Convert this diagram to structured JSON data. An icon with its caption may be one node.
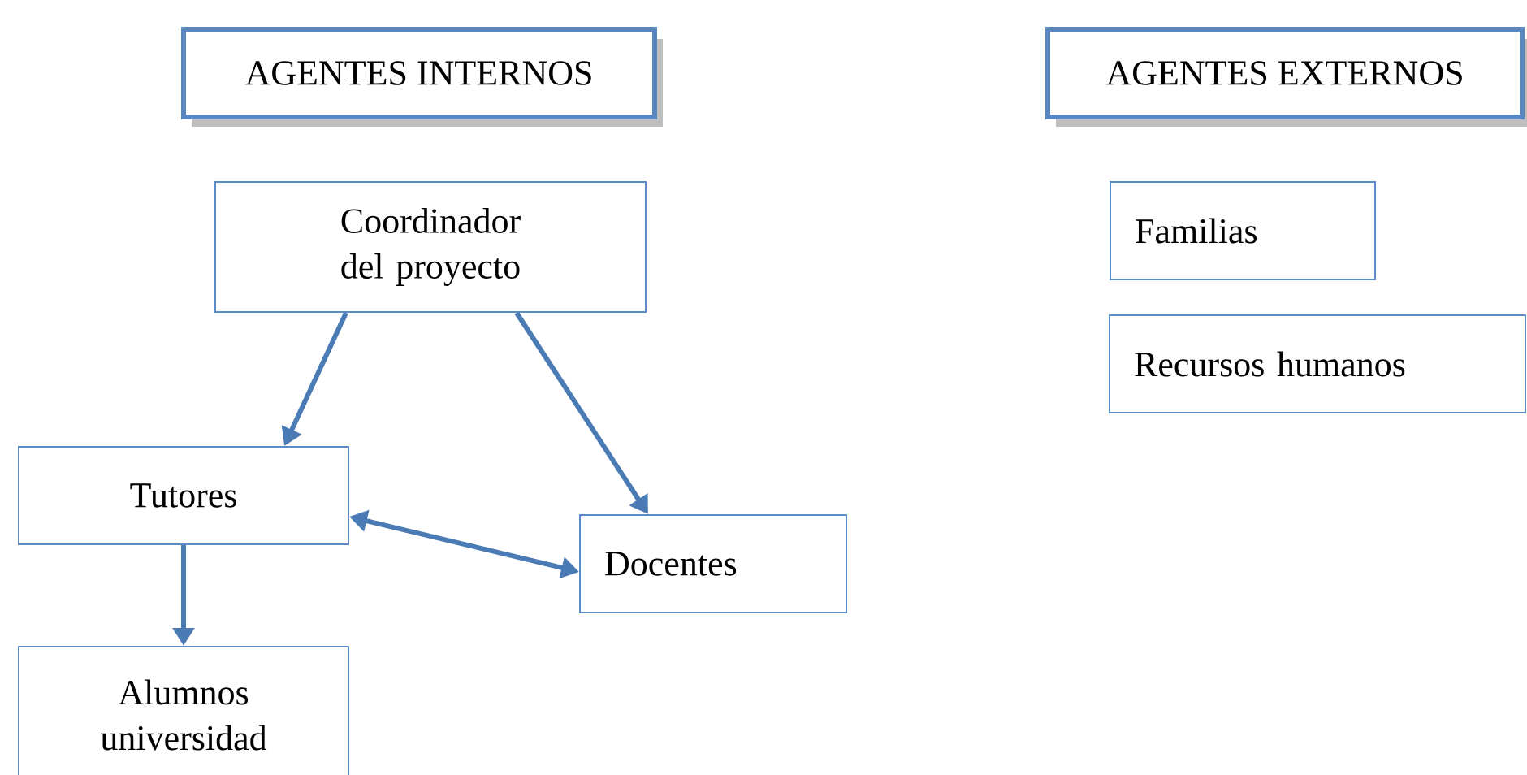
{
  "diagram": {
    "nodes": [
      {
        "text": [
          "AGENTES INTERNOS"
        ]
      },
      {
        "text": [
          "AGENTES EXTERNOS"
        ]
      },
      {
        "text": [
          "Coordinador del proyecto"
        ]
      },
      {
        "text": [
          "Tutores"
        ]
      },
      {
        "text": [
          "Docentes"
        ]
      },
      {
        "text": [
          "Alumnos universidad"
        ]
      },
      {
        "text": [
          "Familias"
        ]
      },
      {
        "text": [
          "Recursos humanos"
        ]
      }
    ],
    "edges": [
      {
        "from": 2,
        "to": 3,
        "arrow": "to"
      },
      {
        "from": 2,
        "to": 4,
        "arrow": "to"
      },
      {
        "from": 3,
        "to": 4,
        "arrow": "both"
      },
      {
        "from": 3,
        "to": 5,
        "arrow": "to"
      }
    ]
  }
}
